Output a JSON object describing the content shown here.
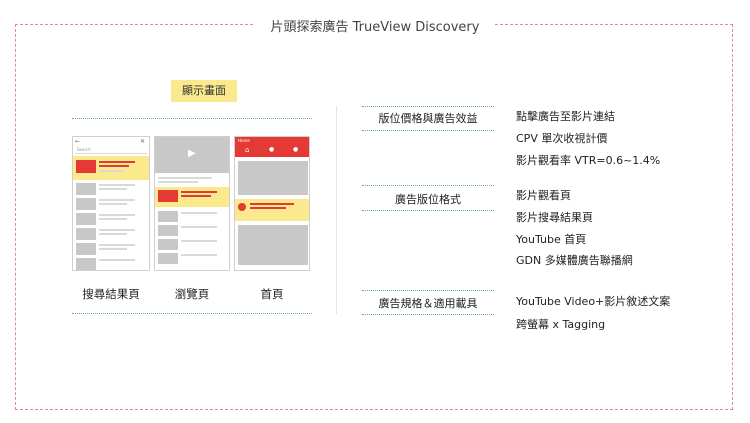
{
  "title": "片頭探索廣告 TrueView Discovery",
  "display_label": "顯示畫面",
  "screens": [
    {
      "caption": "搜尋結果頁"
    },
    {
      "caption": "瀏覽頁"
    },
    {
      "caption": "首頁"
    }
  ],
  "mock_texts": {
    "search_placeholder": "Search",
    "home_brand": "Home"
  },
  "specs": [
    {
      "key": "版位價格與廣告效益",
      "values": [
        "點擊廣告至影片連結",
        "CPV 單次收視計價",
        "影片觀看率 VTR=0.6~1.4%"
      ]
    },
    {
      "key": "廣告版位格式",
      "values": [
        "影片觀看頁",
        "影片搜尋結果頁",
        "YouTube 首頁",
        "GDN 多媒體廣告聯播網"
      ]
    },
    {
      "key": "廣告規格＆適用載具",
      "values": [
        "YouTube Video+影片敘述文案",
        "跨螢幕 x Tagging"
      ]
    }
  ],
  "colors": {
    "accent_red": "#e53935",
    "highlight_yellow": "#fbe98e",
    "dash_border": "#e88a8a",
    "dot_green": "#6aaf8e"
  }
}
